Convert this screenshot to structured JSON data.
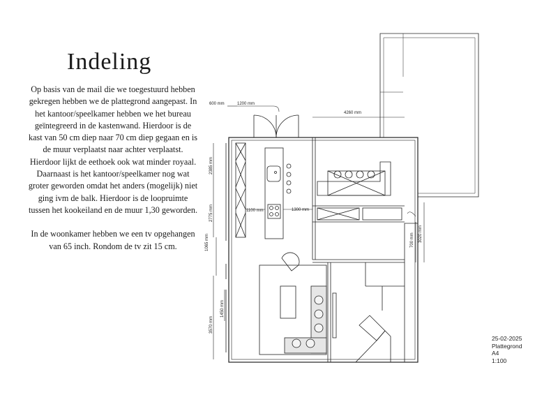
{
  "page": {
    "title": "Indeling",
    "paragraphs": [
      "Op basis van de mail die we toegestuurd hebben gekregen hebben we de plattegrond aangepast. In het kantoor/speelkamer hebben we het bureau geïntegreerd in de kastenwand. Hierdoor is de kast van 50 cm diep naar 70 cm diep gegaan en is de muur verplaatst naar achter verplaatst. Hierdoor lijkt de eethoek ook wat minder royaal. Daarnaast is het kantoor/speelkamer nog wat groter geworden omdat het anders (mogelijk) niet ging ivm de balk. Hierdoor is de loopruimte tussen het kookeiland en de muur 1,30 geworden.",
      "In de woonkamer hebben we een tv opgehangen van 65 inch. Rondom de tv zit 15 cm."
    ]
  },
  "plan": {
    "dimensions": {
      "d600": "600 mm",
      "d1200": "1200 mm",
      "d4260": "4260 mm",
      "d2385": "2385 mm",
      "d2775": "2775 mm",
      "d1100": "1100 mm",
      "d1300": "1300 mm",
      "d1065": "1065 mm",
      "d700": "700 mm",
      "d3020": "3020 mm",
      "d1450": "1450 mm",
      "d3570": "3570 mm"
    }
  },
  "titleblock": {
    "date": "25-02-2025",
    "name": "Plattegrond",
    "format": "A4",
    "scale": "1:100"
  }
}
